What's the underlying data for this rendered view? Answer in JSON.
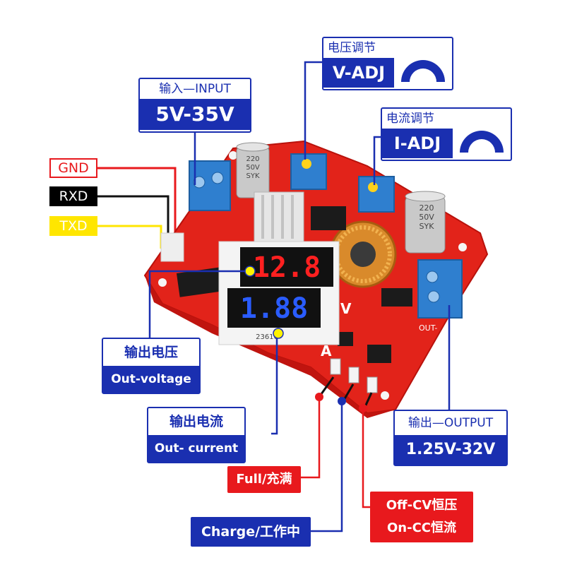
{
  "colors": {
    "blue": "#1a2fb0",
    "red": "#e8191d",
    "pcb": "#e2231a",
    "yellow": "#ffe600",
    "seg_red": "#ff2020",
    "seg_blue": "#2a5cff"
  },
  "pins": [
    {
      "label": "GND",
      "color": "#e8191d"
    },
    {
      "label": "RXD",
      "color": "#000000"
    },
    {
      "label": "TXD",
      "color": "#ffe600"
    }
  ],
  "input": {
    "title": "输入—INPUT",
    "range": "5V-35V"
  },
  "v_adj": {
    "title": "电压调节",
    "label": "V-ADJ",
    "icon": "arc-knob-icon"
  },
  "i_adj": {
    "title": "电流调节",
    "label": "I-ADJ",
    "icon": "arc-knob-icon"
  },
  "output": {
    "title": "输出—OUTPUT",
    "range": "1.25V-32V"
  },
  "out_voltage": {
    "title": "输出电压",
    "label": "Out-voltage"
  },
  "out_current": {
    "title": "输出电流",
    "label": "Out- current"
  },
  "leds": {
    "full": "Full/充满",
    "charge": "Charge/工作中",
    "cv_cc_1": "Off-CV恒压",
    "cv_cc_2": "On-CC恒流"
  },
  "board": {
    "cap1": [
      "220",
      "50V",
      "SYK"
    ],
    "cap2": [
      "220",
      "50V",
      "SYK"
    ],
    "display_top": "12.8",
    "display_bottom": "1.88",
    "display_code": "23616",
    "silk_v": "V",
    "silk_a": "A",
    "silk_out": "OUT-"
  }
}
